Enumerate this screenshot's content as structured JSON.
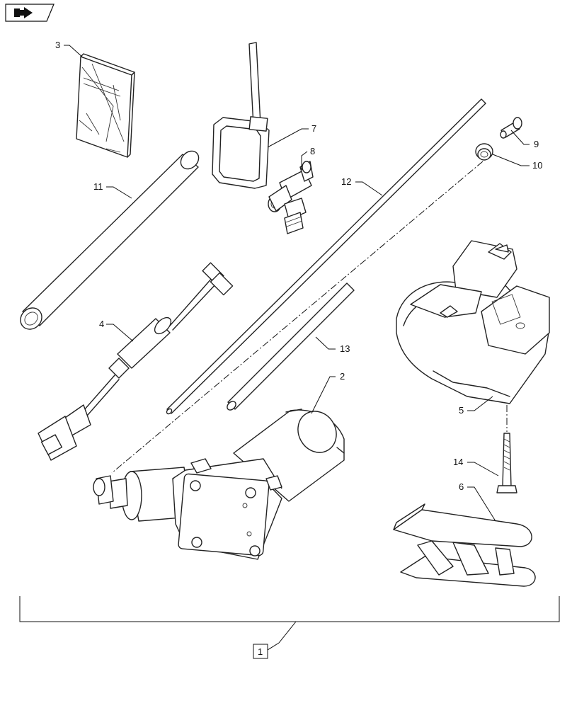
{
  "nav_icon": {
    "name": "back-arrow-icon"
  },
  "callouts": {
    "c1": "1",
    "c2": "2",
    "c3": "3",
    "c4": "4",
    "c5": "5",
    "c6": "6",
    "c7": "7",
    "c8": "8",
    "c9": "9",
    "c10": "10",
    "c11": "11",
    "c12": "12",
    "c13": "13",
    "c14": "14"
  }
}
